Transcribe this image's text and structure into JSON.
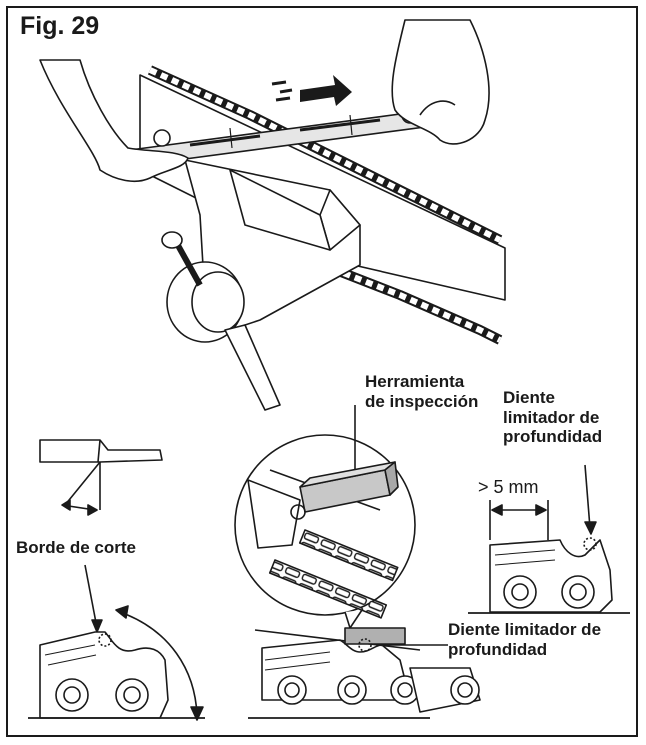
{
  "figure": {
    "title": "Fig. 29",
    "labels": {
      "tool_line1": "Herramienta",
      "tool_line2": "de inspección",
      "depth_gauge_line1": "Diente",
      "depth_gauge_line2": "limitador de",
      "depth_gauge_line3": "profundidad",
      "measure": "> 5 mm",
      "cutting_edge": "Borde de corte",
      "depth_gauge_bottom_line1": "Diente limitador de",
      "depth_gauge_bottom_line2": "profundidad"
    }
  },
  "colors": {
    "ink": "#1a1a1a",
    "tool_fill": "#c8c8c8",
    "gauge_fill": "#b0b0b0",
    "paper": "#ffffff"
  }
}
